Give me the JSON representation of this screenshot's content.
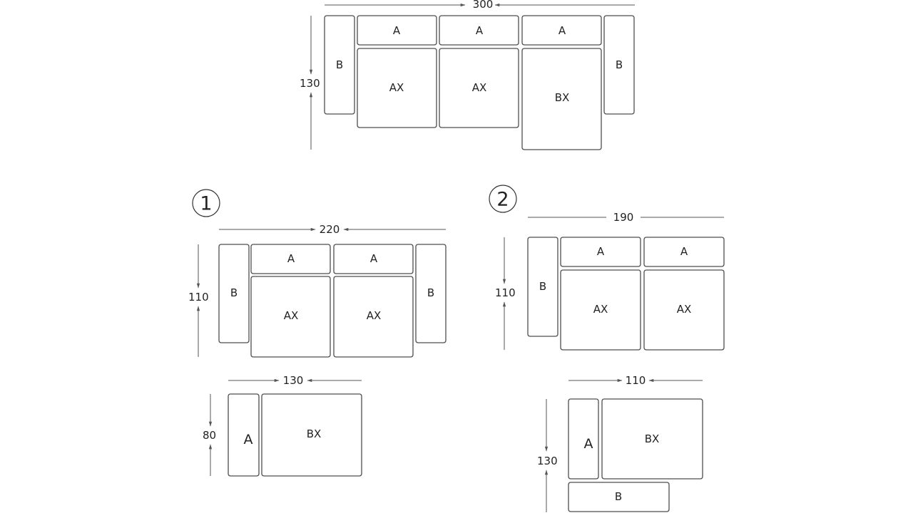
{
  "top": {
    "width": "300",
    "depth": "130",
    "pieces": [
      "B",
      "A",
      "A",
      "A",
      "B",
      "AX",
      "AX",
      "BX"
    ]
  },
  "option1": {
    "number": "1",
    "width": "220",
    "depth": "110",
    "pieces": [
      "B",
      "A",
      "A",
      "B",
      "AX",
      "AX"
    ],
    "extra": {
      "width": "130",
      "depth": "80",
      "pieces": [
        "A",
        "BX"
      ]
    }
  },
  "option2": {
    "number": "2",
    "width": "190",
    "depth": "110",
    "pieces": [
      "B",
      "A",
      "A",
      "AX",
      "AX"
    ],
    "extra": {
      "width": "110",
      "depth": "130",
      "pieces": [
        "A",
        "BX",
        "B"
      ]
    }
  }
}
